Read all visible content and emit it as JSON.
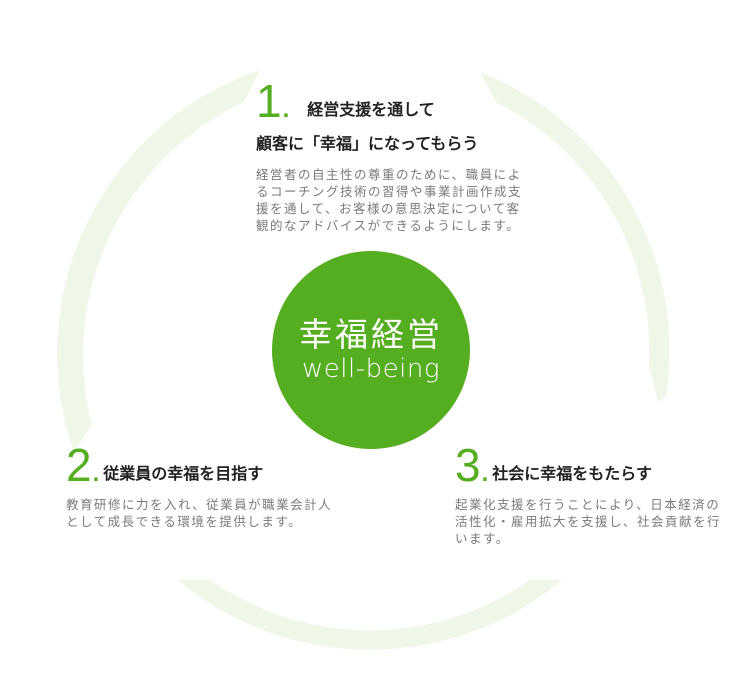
{
  "colors": {
    "accent": "#55ae20",
    "ring": "#eef7e8",
    "heading": "#222222",
    "body": "#7a7a7a"
  },
  "center": {
    "title": "幸福経営",
    "subtitle": "well-being"
  },
  "sections": [
    {
      "number": "1",
      "heading_line1": "経営支援を通して",
      "heading_line2": "顧客に「幸福」になってもらう",
      "body": "経営者の自主性の尊重のために、職員によるコーチング技術の習得や事業計画作成支援を通して、お客様の意思決定について客観的なアドバイスができるようにします。"
    },
    {
      "number": "2",
      "heading_line1": "従業員の幸福を目指す",
      "body": "教育研修に力を入れ、従業員が職業会計人として成長できる環境を提供します。"
    },
    {
      "number": "3",
      "heading_line1": "社会に幸福をもたらす",
      "body": "起業化支援を行うことにより、日本経済の活性化・雇用拡大を支援し、社会貢献を行います。"
    }
  ]
}
